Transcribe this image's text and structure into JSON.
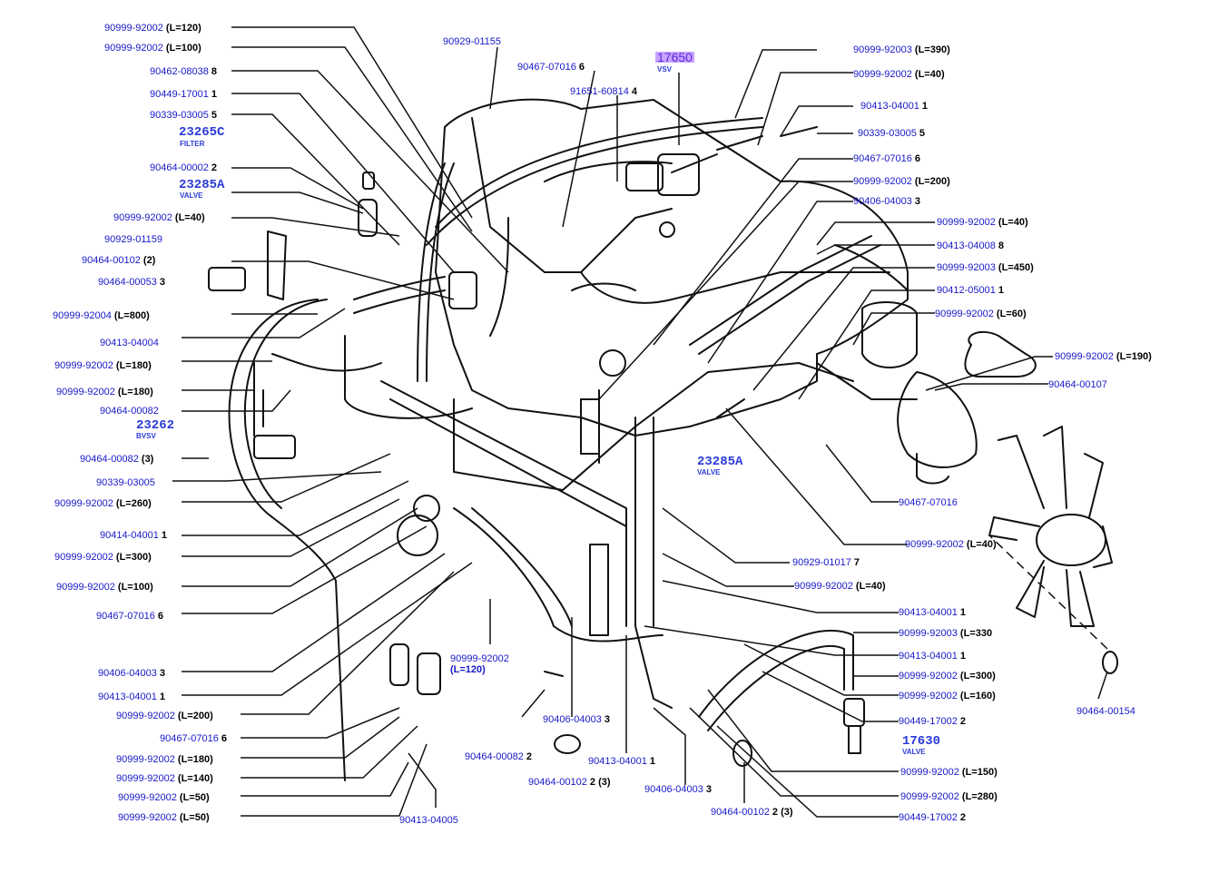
{
  "colors": {
    "link": "#1818c8",
    "highlight": "#c9a3ff",
    "ink": "#000000"
  },
  "labels": {
    "l1": "90999-92002",
    "l1q": "(L=120)",
    "l2": "90999-92002",
    "l2q": "(L=100)",
    "l3": "90462-08038",
    "l3q": "8",
    "l4": "90449-17001",
    "l4q": "1",
    "l5": "90339-03005",
    "l5q": "5",
    "l6": "23265C",
    "l6s": "FILTER",
    "l7": "90464-00002",
    "l7q": "2",
    "l8": "23285A",
    "l8s": "VALVE",
    "l9": "90999-92002",
    "l9q": "(L=40)",
    "l10": "90929-01159",
    "l10q": "",
    "l11": "90464-00102",
    "l11q": "(2)",
    "l12": "90464-00053",
    "l12q": "3",
    "l13": "90999-92004",
    "l13q": "(L=800)",
    "l14": "90413-04004",
    "l14q": "",
    "l15": "90999-92002",
    "l15q": "(L=180)",
    "l16": "90999-92002",
    "l16q": "(L=180)",
    "l17": "90464-00082",
    "l17q": "",
    "l18": "23262",
    "l18s": "BVSV",
    "l19": "90464-00082",
    "l19q": "(3)",
    "l20": "90339-03005",
    "l21": "90999-92002",
    "l21q": "(L=260)",
    "l22": "90414-04001",
    "l22q": "1",
    "l23": "90999-92002",
    "l23q": "(L=300)",
    "l24": "90999-92002",
    "l24q": "(L=100)",
    "l25": "90467-07016",
    "l25q": "6",
    "l26": "90406-04003",
    "l26q": "3",
    "l27": "90413-04001",
    "l27q": "1",
    "l28": "90999-92002",
    "l28q": "(L=200)",
    "l29": "90467-07016",
    "l29q": "6",
    "l30": "90999-92002",
    "l30q": "(L=180)",
    "l31": "90999-92002",
    "l31q": "(L=140)",
    "l32": "90999-92002",
    "l32q": "(L=50)",
    "l33": "90999-92002",
    "l33q": "(L=50)",
    "l34": "90413-04005",
    "l34q": "",
    "c1": "90929-01155",
    "c2": "90467-07016",
    "c2q": "6",
    "c3": "17650",
    "c3s": "VSV",
    "c4": "91651-60814",
    "c4q": "4",
    "c5": "90999-92002",
    "c5q": "(L=120)",
    "c6": "90464-00082",
    "c6q": "2",
    "c7": "90406-04003",
    "c7q": "3",
    "c8": "90464-00102",
    "c8q": "2 (3)",
    "c9": "90413-04001",
    "c9q": "1",
    "c10": "90406-04003",
    "c10q": "3",
    "c11": "90464-00102",
    "c11q": "2 (3)",
    "c12": "23285A",
    "c12s": "VALVE",
    "r1": "90999-92003",
    "r1q": "(L=390)",
    "r2": "90999-92002",
    "r2q": "(L=40)",
    "r3": "90413-04001",
    "r3q": "1",
    "r4": "90339-03005",
    "r4q": "5",
    "r5": "90467-07016",
    "r5q": "6",
    "r6": "90999-92002",
    "r6q": "(L=200)",
    "r7": "90406-04003",
    "r7q": "3",
    "r8": "90999-92002",
    "r8q": "(L=40)",
    "r9": "90413-04008",
    "r9q": "8",
    "r10": "90999-92003",
    "r10q": "(L=450)",
    "r11": "90412-05001",
    "r11q": "1",
    "r12": "90999-92002",
    "r12q": "(L=60)",
    "r13": "90999-92002",
    "r13q": "(L=190)",
    "r14": "90464-00107",
    "r15": "90467-07016",
    "r16": "90999-92002",
    "r16q": "(L=40)",
    "r17": "90929-01017",
    "r17q": "7",
    "r18": "90999-92002",
    "r18q": "(L=40)",
    "r19": "90413-04001",
    "r19q": "1",
    "r20": "90999-92003",
    "r20q": "(L=330",
    "r21": "90413-04001",
    "r21q": "1",
    "r22": "90999-92002",
    "r22q": "(L=300)",
    "r23": "90999-92002",
    "r23q": "(L=160)",
    "r24": "90449-17002",
    "r24q": "2",
    "r25": "17630",
    "r25s": "VALVE",
    "r26": "90999-92002",
    "r26q": "(L=150)",
    "r27": "90999-92002",
    "r27q": "(L=280)",
    "r28": "90449-17002",
    "r28q": "2",
    "r29": "90464-00154"
  }
}
